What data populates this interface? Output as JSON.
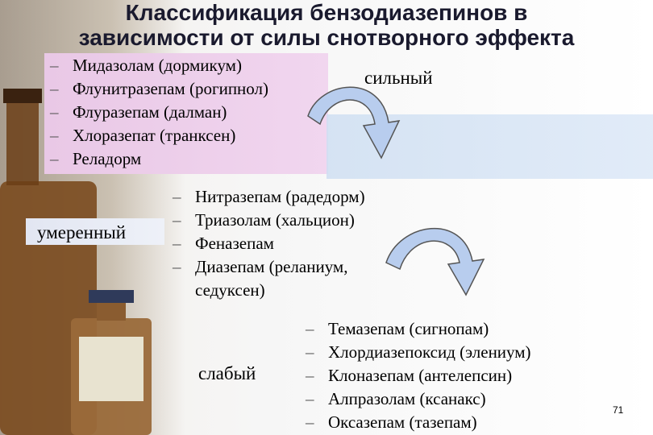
{
  "slide": {
    "title_line1": "Классификация бензодиазепинов в",
    "title_line2": "зависимости от силы снотворного эффекта",
    "groups": {
      "strong": {
        "label": "сильный",
        "items": [
          "Мидазолам (дормикум)",
          "Флунитразепам (рогипнол)",
          "Флуразепам (далман)",
          "Хлоразепат (транксен)",
          "Реладорм"
        ]
      },
      "moderate": {
        "label": "умеренный",
        "items": [
          "Нитразепам (радедорм)",
          "Триазолам (хальцион)",
          "Феназепам",
          "Диазепам (реланиум,",
          "седуксен)"
        ]
      },
      "weak": {
        "label": "слабый",
        "items": [
          "Темазепам (сигнопам)",
          "Хлордиазепоксид (элениум)",
          "Клоназепам (антелепсин)",
          "Алпразолам (ксанакс)",
          "Оксазепам (тазепам)"
        ]
      }
    },
    "dash": "–",
    "page_number": "71",
    "colors": {
      "strong_box": "#f1d6ef",
      "blue_band": "#dce8f7",
      "arrow_fill": "#b8cdee",
      "arrow_stroke": "#555555"
    }
  }
}
